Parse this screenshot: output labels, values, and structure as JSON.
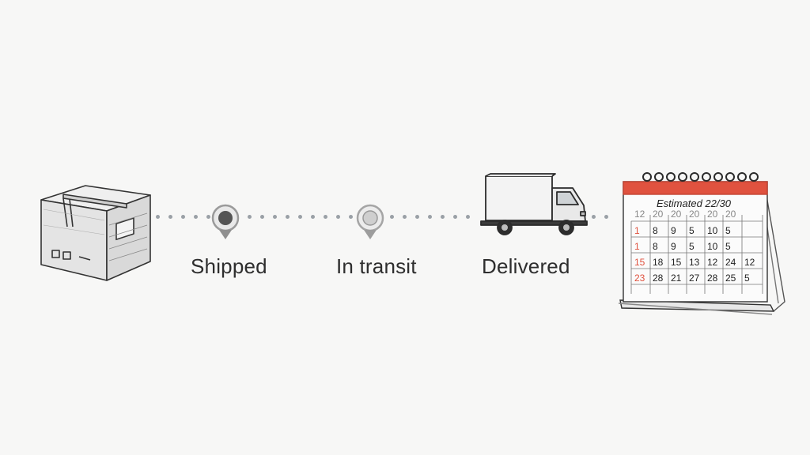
{
  "steps": [
    {
      "label": "Shipped"
    },
    {
      "label": "In transit"
    },
    {
      "label": "Delivered"
    }
  ],
  "calendar": {
    "header": "Estimated 22/30",
    "rows": [
      [
        "12",
        "20",
        "20",
        "20",
        "20",
        "20"
      ],
      [
        "1",
        "8",
        "9",
        "5",
        "10",
        "5"
      ],
      [
        "1",
        "8",
        "9",
        "5",
        "10",
        "5"
      ],
      [
        "15",
        "18",
        "15",
        "13",
        "12",
        "24",
        "12"
      ],
      [
        "23",
        "28",
        "21",
        "27",
        "28",
        "25",
        "5"
      ]
    ]
  },
  "colors": {
    "accent": "#e0523f",
    "ink": "#2e2e2e",
    "dots": "#9aa0a6"
  },
  "icons": [
    "package-box-icon",
    "location-pin-icon",
    "delivery-truck-icon",
    "calendar-icon"
  ]
}
